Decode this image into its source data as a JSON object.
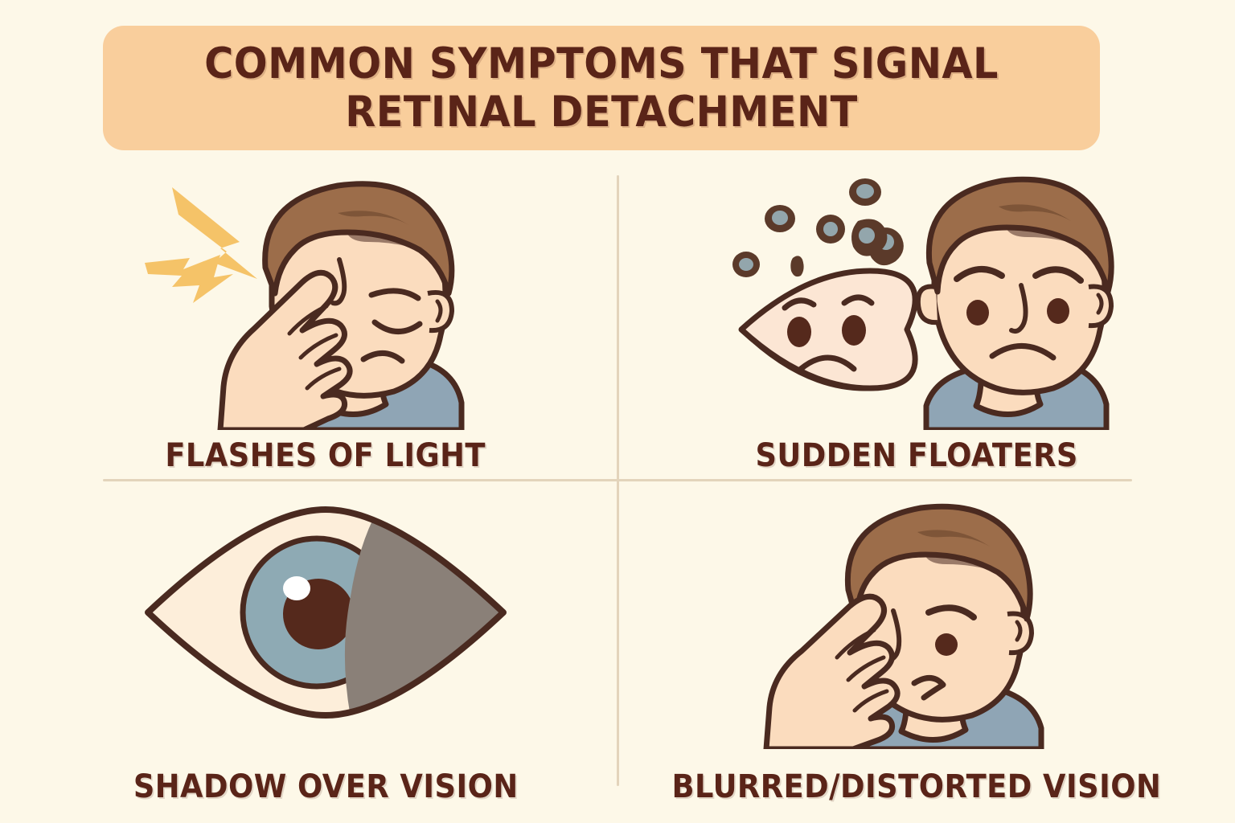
{
  "poster": {
    "title": "COMMON SYMPTOMS THAT SIGNAL RETINAL DETACHMENT",
    "title_line_1": "COMMON SYMPTOMS THAT SIGNAL",
    "title_line_2": "RETINAL DETACHMENT",
    "background_color": "#FDF8E8",
    "banner_color": "#F9CE9C",
    "text_color": "#5A2418",
    "divider_color": "#E3D4BB"
  },
  "symptoms": [
    {
      "id": "flashes-of-light",
      "label": "FLASHES OF LIGHT",
      "illustration": "man-rubbing-eye-with-lightning-bolts",
      "icons": [
        "lightning-bolt-icon",
        "lightning-bolt-icon"
      ],
      "colors": {
        "bolt": "#F5C368",
        "skin": "#FBDCBE",
        "hair": "#9C6D4A",
        "shirt": "#8FA5B5",
        "outline": "#4A2A20"
      }
    },
    {
      "id": "sudden-floaters",
      "label": "SUDDEN FLOATERS",
      "illustration": "sad-eye-shape-with-dark-floaters",
      "icons": [
        "floater-spot-icon",
        "sad-face-eye-icon"
      ],
      "floater_count": 6,
      "colors": {
        "floater_ring": "#5B3A2A",
        "floater_center": "#93A6AC",
        "eye_fill": "#FCE6D4",
        "skin": "#FBDCBE",
        "hair": "#9C6D4A",
        "shirt": "#8FA5B5",
        "outline": "#4A2A20"
      }
    },
    {
      "id": "shadow-over-vision",
      "label": "SHADOW OVER VISION",
      "illustration": "eye-with-gray-shadow-curtain",
      "icons": [
        "eye-icon",
        "shadow-curtain-icon"
      ],
      "colors": {
        "sclera": "#FDEEDA",
        "iris": "#8EAAB4",
        "pupil": "#55291C",
        "highlight": "#FFFFFF",
        "shadow": "#8A8078",
        "outline": "#4A2A20"
      }
    },
    {
      "id": "blurred-distorted-vision",
      "label": "BLURRED/DISTORTED VISION",
      "illustration": "man-rubbing-eye-confused-expression",
      "icons": [
        "hand-icon"
      ],
      "colors": {
        "skin": "#FBDCBE",
        "hair": "#9C6D4A",
        "shirt": "#8FA5B5",
        "outline": "#4A2A20"
      }
    }
  ]
}
